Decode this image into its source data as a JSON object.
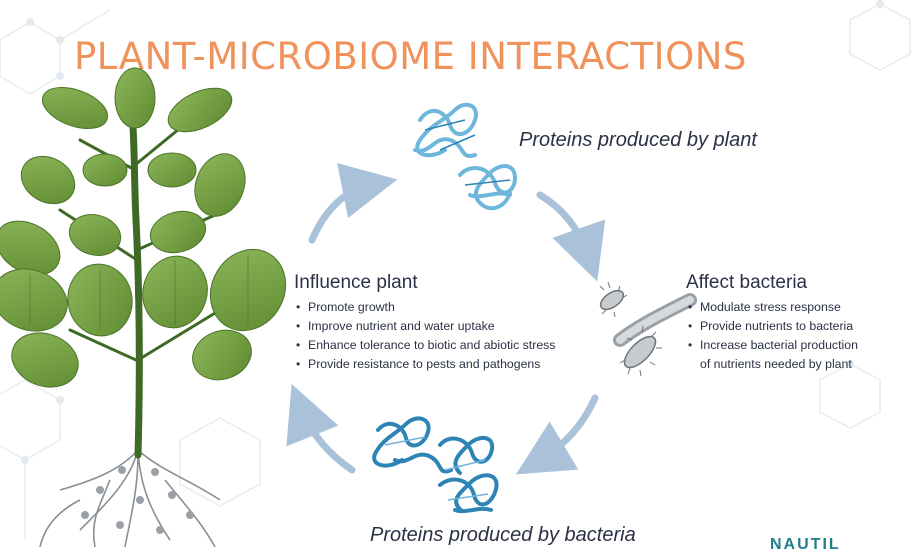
{
  "title": "PLANT-MICROBIOME INTERACTIONS",
  "top_label": "Proteins produced by plant",
  "bottom_label": "Proteins produced by bacteria",
  "left": {
    "heading": "Influence plant",
    "items": [
      "Promote growth",
      "Improve nutrient and water uptake",
      "Enhance tolerance to biotic and abiotic stress",
      "Provide resistance to pests and pathogens"
    ]
  },
  "right": {
    "heading": "Affect bacteria",
    "items": [
      "Modulate stress response",
      "Provide nutrients to bacteria",
      "Increase bacterial production",
      "of nutrients needed by plant"
    ]
  },
  "brand": "NAUTIL",
  "colors": {
    "title": "#f0925c",
    "arrow": "#a9c1d9",
    "leaf": "#6f9a3c",
    "stem": "#3f6a26",
    "protein_light": "#6fb6dc",
    "protein_dark": "#2d84b5",
    "text": "#2b3146"
  },
  "icons": [
    "leaf-icon",
    "protein-icon",
    "bacteria-icon",
    "cycle-arrow-icon"
  ]
}
